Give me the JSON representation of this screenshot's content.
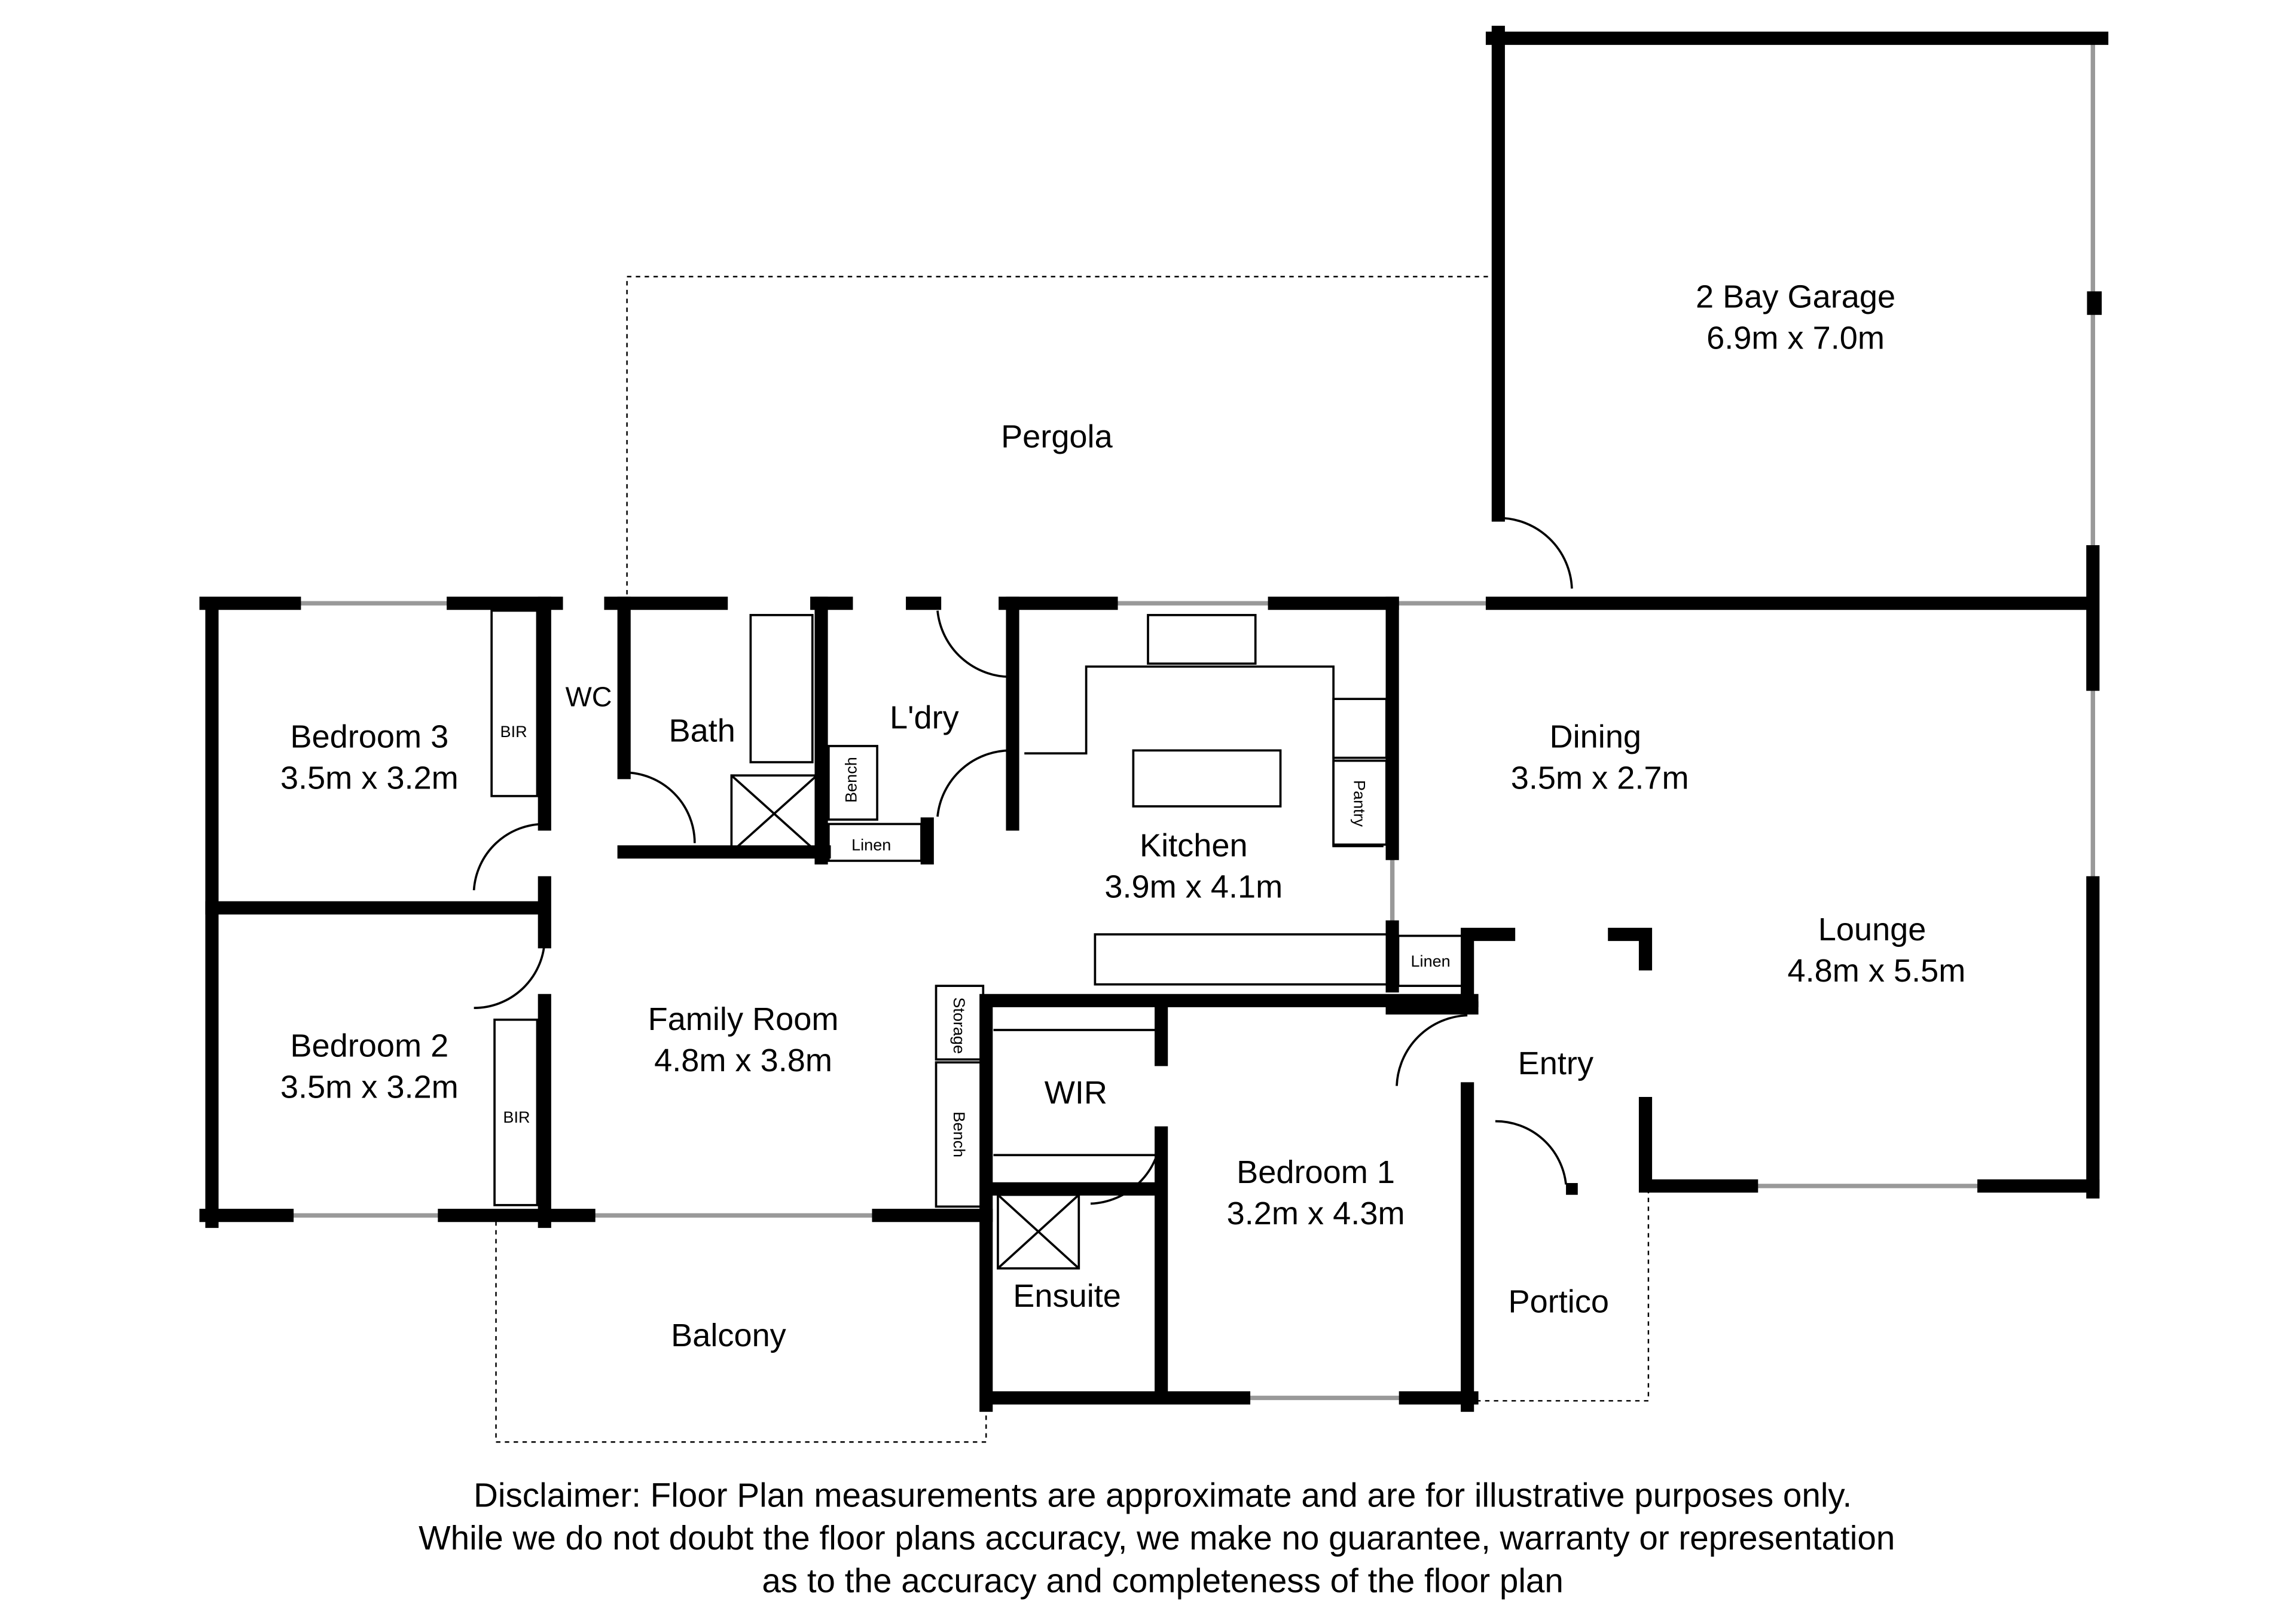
{
  "rooms": {
    "garage": {
      "name": "2 Bay Garage",
      "size": "6.9m x 7.0m"
    },
    "pergola": {
      "name": "Pergola"
    },
    "bedroom3": {
      "name": "Bedroom 3",
      "size": "3.5m x 3.2m"
    },
    "bedroom2": {
      "name": "Bedroom 2",
      "size": "3.5m x 3.2m"
    },
    "wc": {
      "name": "WC"
    },
    "bath": {
      "name": "Bath"
    },
    "laundry": {
      "name": "L'dry"
    },
    "kitchen": {
      "name": "Kitchen",
      "size": "3.9m x 4.1m"
    },
    "dining": {
      "name": "Dining",
      "size": "3.5m x 2.7m"
    },
    "lounge": {
      "name": "Lounge",
      "size": "4.8m x 5.5m"
    },
    "family": {
      "name": "Family Room",
      "size": "4.8m x 3.8m"
    },
    "wir": {
      "name": "WIR"
    },
    "entry": {
      "name": "Entry"
    },
    "bedroom1": {
      "name": "Bedroom 1",
      "size": "3.2m x 4.3m"
    },
    "ensuite": {
      "name": "Ensuite"
    },
    "portico": {
      "name": "Portico"
    },
    "balcony": {
      "name": "Balcony"
    }
  },
  "fixtures": {
    "bir": "BIR",
    "bench": "Bench",
    "linen": "Linen",
    "pantry": "Pantry",
    "storage": "Storage"
  },
  "disclaimer": [
    "Disclaimer: Floor Plan measurements are approximate and are for illustrative purposes only.",
    "While we do not doubt the floor plans accuracy, we make no guarantee, warranty or representation",
    "as to the accuracy and completeness of the floor plan"
  ]
}
